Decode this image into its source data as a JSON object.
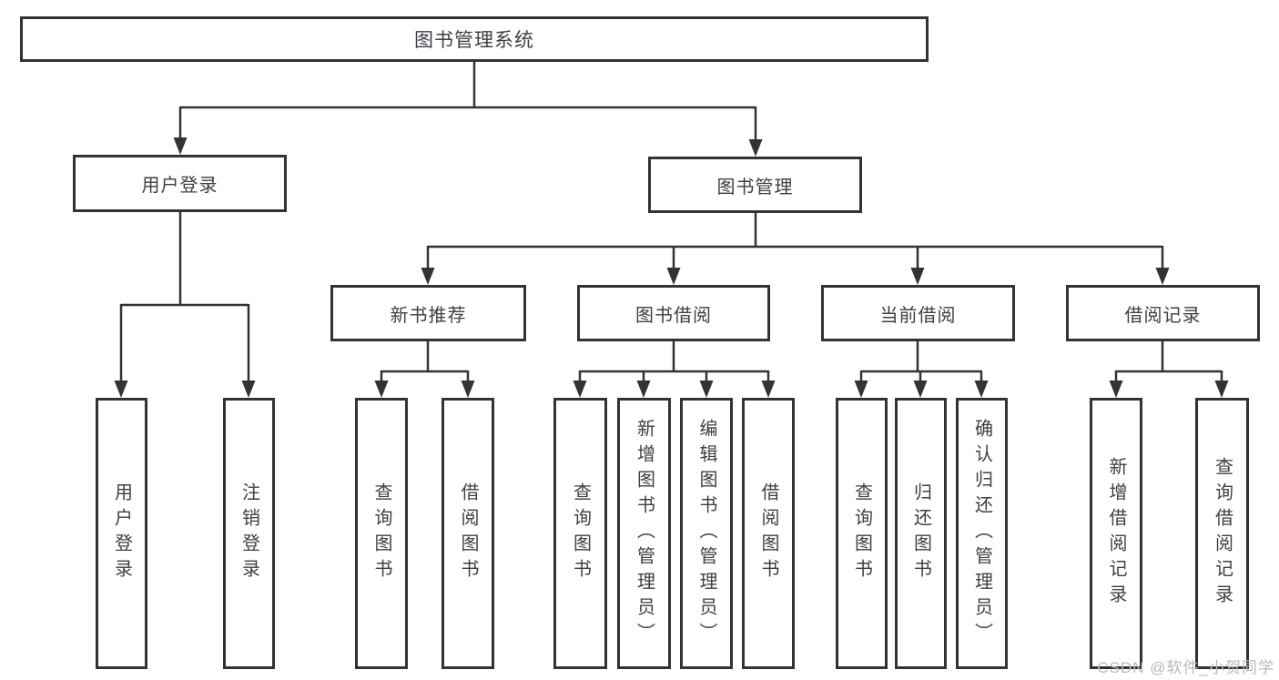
{
  "diagram": {
    "tree": {
      "label": "图书管理系统",
      "children": [
        {
          "label": "用户登录",
          "children": [
            {
              "label": "用户登录"
            },
            {
              "label": "注销登录"
            }
          ]
        },
        {
          "label": "图书管理",
          "children": [
            {
              "label": "新书推荐",
              "children": [
                {
                  "label": "查询图书"
                },
                {
                  "label": "借阅图书"
                }
              ]
            },
            {
              "label": "图书借阅",
              "children": [
                {
                  "label": "查询图书"
                },
                {
                  "label": "新增图书（管理员）"
                },
                {
                  "label": "编辑图书（管理员）"
                },
                {
                  "label": "借阅图书"
                }
              ]
            },
            {
              "label": "当前借阅",
              "children": [
                {
                  "label": "查询图书"
                },
                {
                  "label": "归还图书"
                },
                {
                  "label": "确认归还（管理员）"
                }
              ]
            },
            {
              "label": "借阅记录",
              "children": [
                {
                  "label": "新增借阅记录"
                },
                {
                  "label": "查询借阅记录"
                }
              ]
            }
          ]
        }
      ]
    },
    "watermark": "CSDN @软件_小贺同学",
    "colors": {
      "line": "#333333",
      "text": "#3c3f44",
      "watermark": "#b6bac1",
      "background": "#ffffff"
    }
  }
}
